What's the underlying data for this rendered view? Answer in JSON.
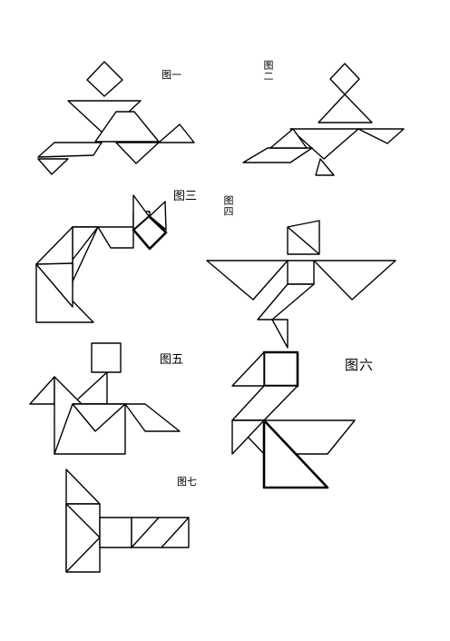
{
  "figures": [
    {
      "id": "fig1",
      "label": "图一"
    },
    {
      "id": "fig2",
      "label": "图二"
    },
    {
      "id": "fig3",
      "label": "图三"
    },
    {
      "id": "fig4",
      "label": "图四"
    },
    {
      "id": "fig5",
      "label": "图五"
    },
    {
      "id": "fig6",
      "label": "图六"
    },
    {
      "id": "fig7",
      "label": "图七"
    }
  ]
}
